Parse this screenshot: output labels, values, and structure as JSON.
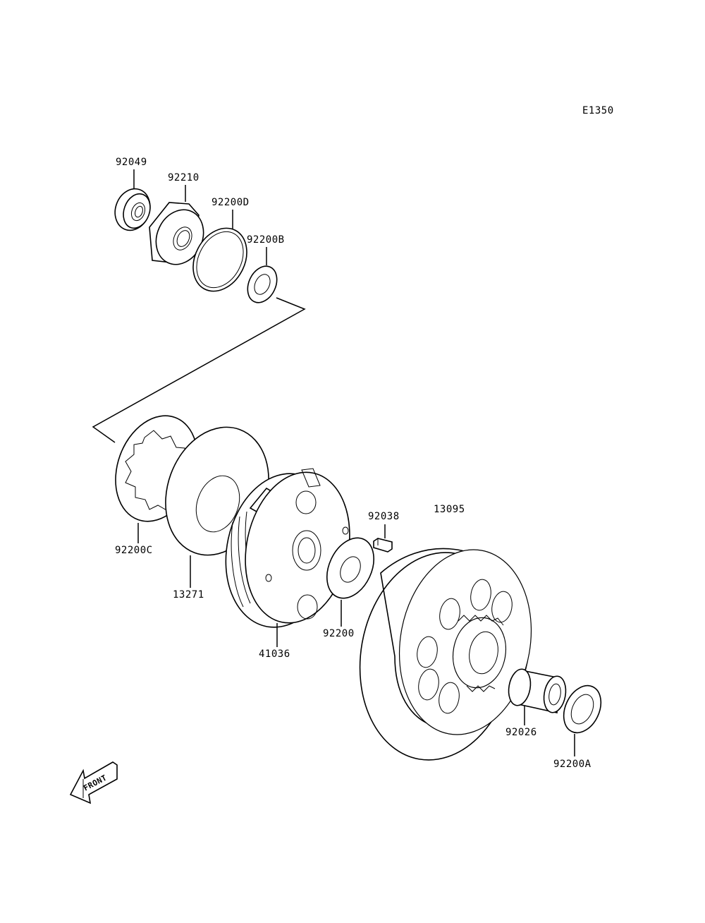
{
  "diagram_code": "E1350",
  "front_label": "FRONT",
  "parts": {
    "p92049": "92049",
    "p92210": "92210",
    "p92200D": "92200D",
    "p92200B": "92200B",
    "p92200C": "92200C",
    "p13271": "13271",
    "p41036": "41036",
    "p92038": "92038",
    "p13095": "13095",
    "p92200": "92200",
    "p92026": "92026",
    "p92200A": "92200A"
  }
}
